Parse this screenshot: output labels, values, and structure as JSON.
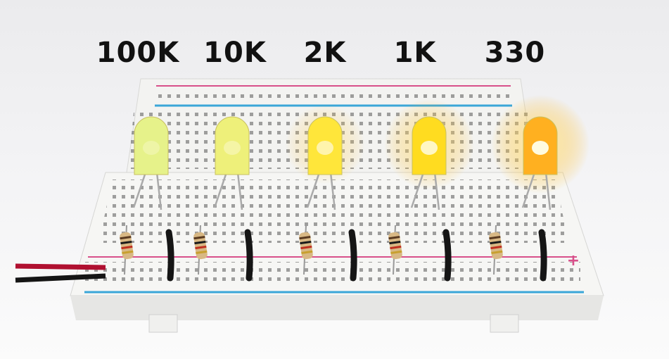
{
  "resistor_labels": [
    "100K",
    "10K",
    "2K",
    "1K",
    "330"
  ],
  "rail_plus_sign": "+",
  "colors": {
    "text": "#111111",
    "breadboard": "#f4f4f2",
    "rail_red": "#d8508a",
    "rail_blue": "#3aa6d8",
    "wire_black": "#151515",
    "wire_red": "#b01030",
    "led_colors": [
      "#e6f28a",
      "#eef07a",
      "#ffe63a",
      "#ffdc20",
      "#ffb020"
    ]
  },
  "led_brightness": [
    0.05,
    0.2,
    0.55,
    0.8,
    1.0
  ]
}
